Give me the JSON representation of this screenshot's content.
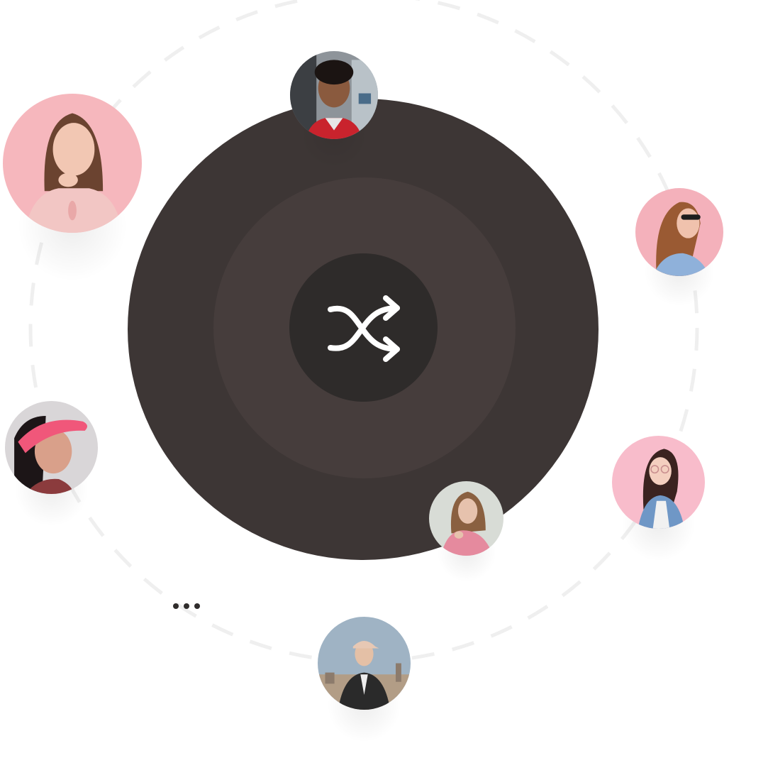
{
  "colors": {
    "outer_disc": "#3d3635",
    "middle_disc": "#463d3c",
    "inner_disc": "#2e2b2a",
    "icon": "#ffffff",
    "orbit_dash": "#efefef",
    "dots": "#2f2c2b"
  },
  "center": {
    "icon": "shuffle-icon"
  },
  "avatars": [
    {
      "name": "avatar-young-man-red-jacket",
      "icon": "person-photo",
      "background": "#8a8f96"
    },
    {
      "name": "avatar-woman-pink-blouse",
      "icon": "person-photo",
      "background": "#f6b7bd"
    },
    {
      "name": "avatar-woman-sunglasses",
      "icon": "person-photo",
      "background": "#f4b1bb"
    },
    {
      "name": "avatar-woman-pink-visor",
      "icon": "person-photo",
      "background": "#d9d6d8"
    },
    {
      "name": "avatar-woman-glasses-denim",
      "icon": "person-photo",
      "background": "#f8bccb"
    },
    {
      "name": "avatar-woman-pink-top",
      "icon": "person-photo",
      "background": "#d8dcd6"
    },
    {
      "name": "avatar-man-cap-city",
      "icon": "person-photo",
      "background": "#9fb3c4"
    }
  ],
  "more": {
    "icon": "more-dots-icon"
  }
}
